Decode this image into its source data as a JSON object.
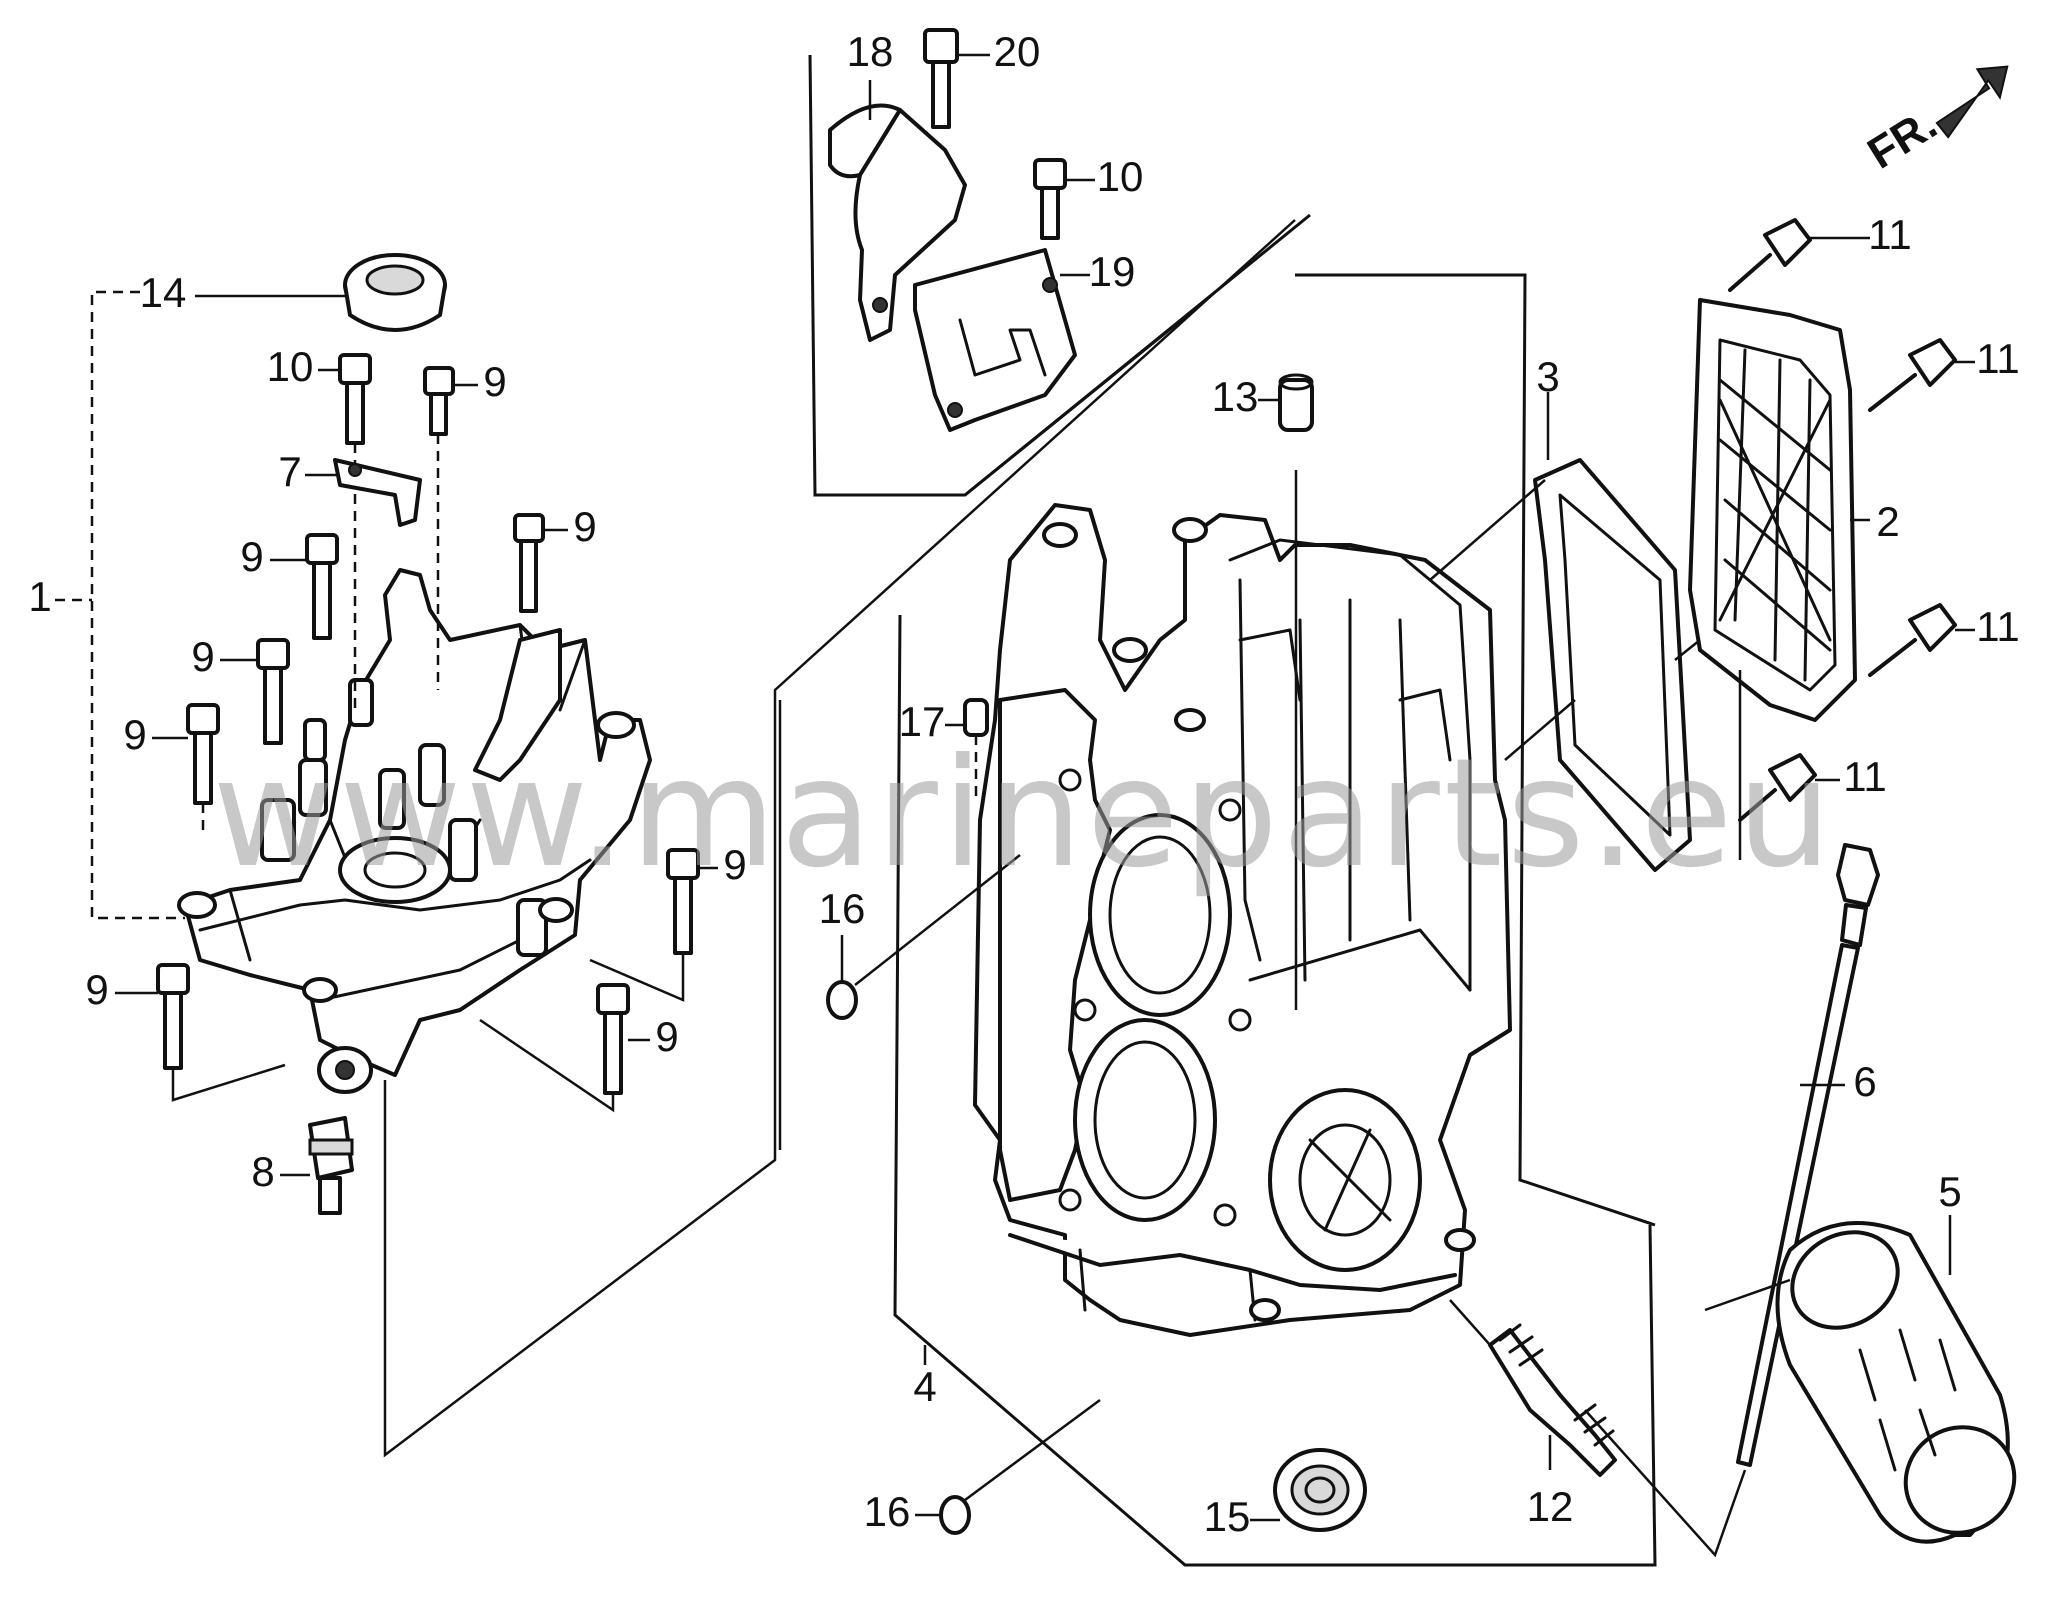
{
  "watermark": "www.marineparts.eu",
  "orientation_mark": "FR.",
  "callouts": {
    "c1": "1",
    "c2": "2",
    "c3": "3",
    "c4": "4",
    "c5": "5",
    "c6": "6",
    "c7": "7",
    "c8": "8",
    "c9a": "9",
    "c9b": "9",
    "c9c": "9",
    "c9d": "9",
    "c9e": "9",
    "c9f": "9",
    "c9g": "9",
    "c9h": "9",
    "c10": "10",
    "c11a": "11",
    "c11b": "11",
    "c11c": "11",
    "c11d": "11",
    "c12": "12",
    "c13": "13",
    "c14": "14",
    "c15": "15",
    "c16a": "16",
    "c16b": "16",
    "c17": "17",
    "c18": "18",
    "c19": "19",
    "c20": "20",
    "c10b": "10"
  }
}
